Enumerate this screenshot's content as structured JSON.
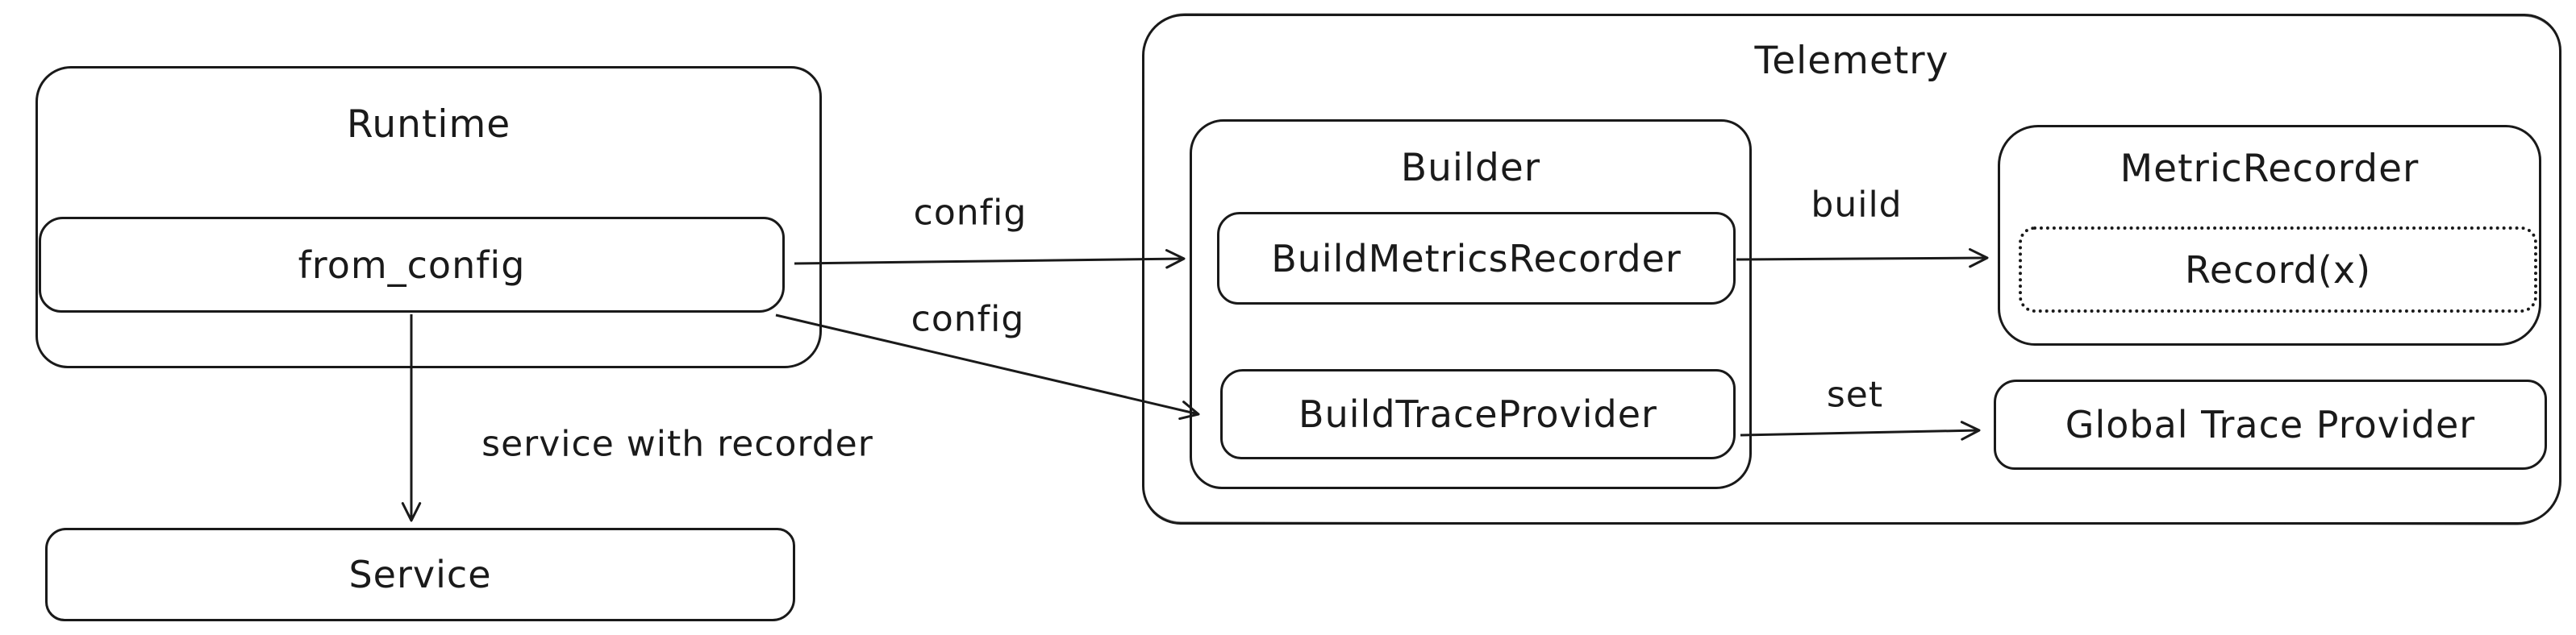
{
  "diagram": {
    "colors": {
      "stroke": "#1a1a1a",
      "background": "#ffffff"
    },
    "nodes": {
      "runtime": {
        "label": "Runtime"
      },
      "from_config": {
        "label": "from_config"
      },
      "service": {
        "label": "Service"
      },
      "telemetry": {
        "label": "Telemetry"
      },
      "builder": {
        "label": "Builder"
      },
      "build_metrics_recorder": {
        "label": "BuildMetricsRecorder"
      },
      "build_trace_provider": {
        "label": "BuildTraceProvider"
      },
      "metric_recorder": {
        "label": "MetricRecorder"
      },
      "record_x": {
        "label": "Record(x)"
      },
      "global_trace_provider": {
        "label": "Global Trace Provider"
      }
    },
    "edges": [
      {
        "id": "config-to-build-metrics-recorder",
        "from": "from_config",
        "to": "build_metrics_recorder",
        "label": "config"
      },
      {
        "id": "config-to-build-trace-provider",
        "from": "from_config",
        "to": "build_trace_provider",
        "label": "config"
      },
      {
        "id": "from-config-to-service",
        "from": "from_config",
        "to": "service",
        "label": "service with recorder"
      },
      {
        "id": "build-metrics-recorder-to-metric-recorder",
        "from": "build_metrics_recorder",
        "to": "metric_recorder",
        "label": "build"
      },
      {
        "id": "build-trace-provider-to-global-trace-provider",
        "from": "build_trace_provider",
        "to": "global_trace_provider",
        "label": "set"
      }
    ]
  }
}
